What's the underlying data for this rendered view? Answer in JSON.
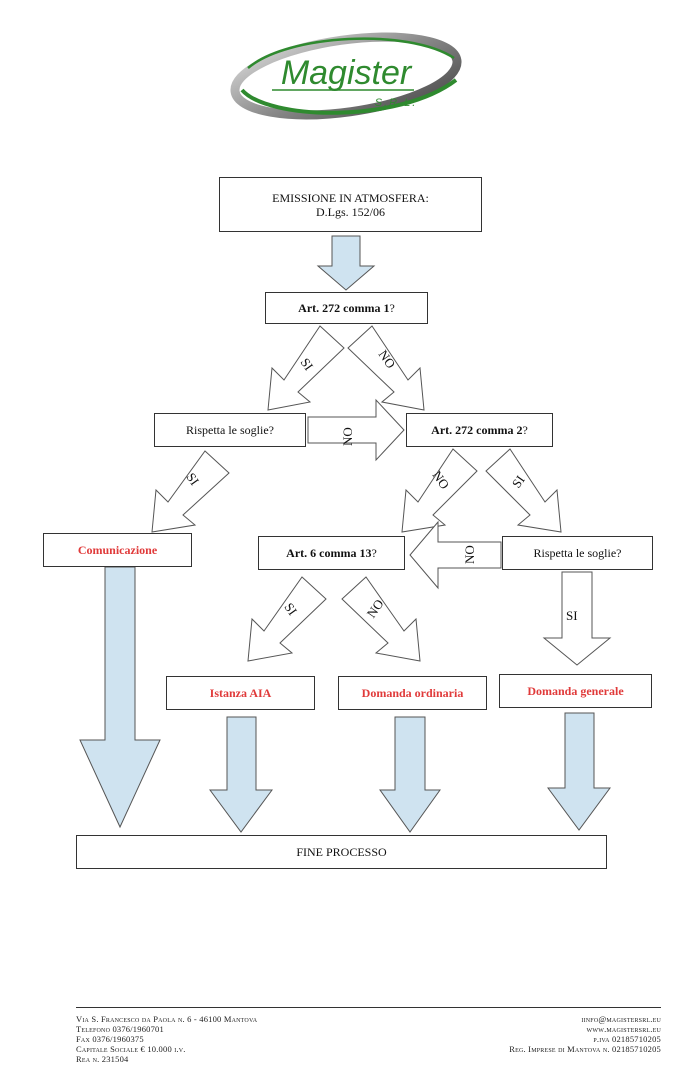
{
  "logo": {
    "name": "Magister",
    "sub": "S.R.L."
  },
  "flow": {
    "start_line1": "EMISSIONE IN ATMOSFERA:",
    "start_line2": "D.Lgs. 152/06",
    "q1_bold": "Art. 272 comma 1",
    "q1_mark": "?",
    "q2": "Rispetta le soglie?",
    "q3_bold": "Art. 272 comma 2",
    "q3_mark": "?",
    "q4_bold": "Art. 6 comma 13",
    "q4_mark": "?",
    "q5": "Rispetta le soglie?",
    "comunicazione": "Comunicazione",
    "istanza": "Istanza AIA",
    "ordinaria": "Domanda ordinaria",
    "generale": "Domanda generale",
    "fine": "FINE PROCESSO",
    "si": "SI",
    "no": "NO"
  },
  "colors": {
    "arrow_blue": "#cfe3f0",
    "result_red": "#e03a3a",
    "logo_green": "#2f8a2f"
  },
  "footer": {
    "left": [
      "Via S. Francesco da Paola n. 6 - 46100 Mantova",
      "Telefono 0376/1960701",
      "Fax 0376/1960375",
      "Capitale Sociale € 10.000 i.v.",
      "Rea n. 231504"
    ],
    "right": [
      "iinfo@magistersrl.eu",
      "www.magistersrl.eu",
      "p.iva 02185710205",
      "Reg. Imprese di Mantova n. 02185710205"
    ]
  }
}
